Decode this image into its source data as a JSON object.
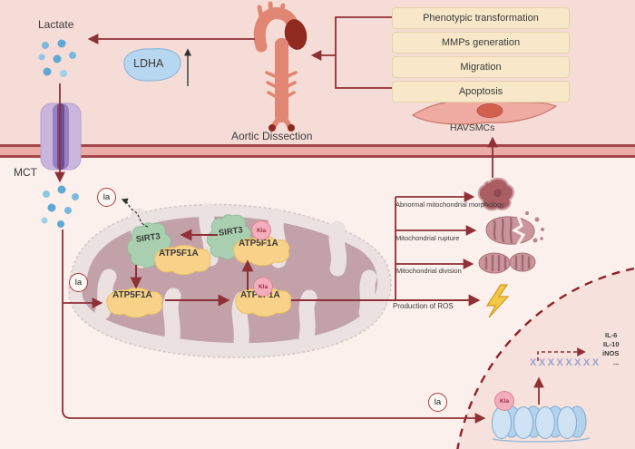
{
  "figure": {
    "extracellular": {
      "lactate": "Lactate",
      "ldha": "LDHA",
      "aorta_label": "Aortic Dissection"
    },
    "effects": {
      "boxes": [
        "Phenotypic transformation",
        "MMPs generation",
        "Migration",
        "Apoptosis"
      ],
      "cell_label": "HAVSMCs"
    },
    "membrane": {
      "transporter": "MCT"
    },
    "mito": {
      "sirt3": "SIRT3",
      "atp5f1a": "ATP5F1A",
      "la": "la",
      "kla": "Kla"
    },
    "outcomes": {
      "morphology": "Abnormal mitochondrial morphology",
      "rupture": "Mitochondrial rupture",
      "division": "Mitochondrial division",
      "ros": "Production of ROS"
    },
    "nucleus": {
      "chromatin": "XXXXXXXX",
      "genes": [
        "IL-6",
        "IL-10",
        "iNOS",
        "..."
      ]
    }
  },
  "palette": {
    "bg_top": "#f6dcd7",
    "bg_cell": "#fbf0ec",
    "nucleus_fill": "#f7e1dc",
    "membrane_line": "#a4464b",
    "membrane_fill": "#e9aca7",
    "arrow_red": "#8f2f36",
    "box_fill": "#f8e7c9",
    "ldha_blue": "#b7d6ef",
    "mct_purple": "#9072b5",
    "mito_outer": "#ebe1e1",
    "mito_cristae": "#c2a2a8",
    "sirt3_green": "#a9cfb0",
    "atp_yellow": "#f7d288",
    "kla_pink": "#f3aebb",
    "histone_blue": "#cfe3f4",
    "ros_yellow": "#f5c843",
    "aorta_red": "#e08673",
    "dissection_dark": "#8e2a1f"
  }
}
